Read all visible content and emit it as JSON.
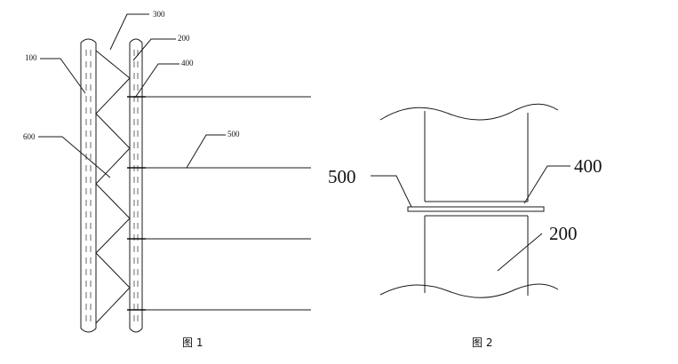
{
  "figure1": {
    "caption": "图 1",
    "labels": {
      "pipe_left": "100",
      "truss": "300",
      "pipe_right": "200",
      "joint": "400",
      "beam": "500",
      "brace": "600"
    }
  },
  "figure2": {
    "caption": "图 2",
    "labels": {
      "beam": "500",
      "joint": "400",
      "pipe": "200"
    }
  }
}
